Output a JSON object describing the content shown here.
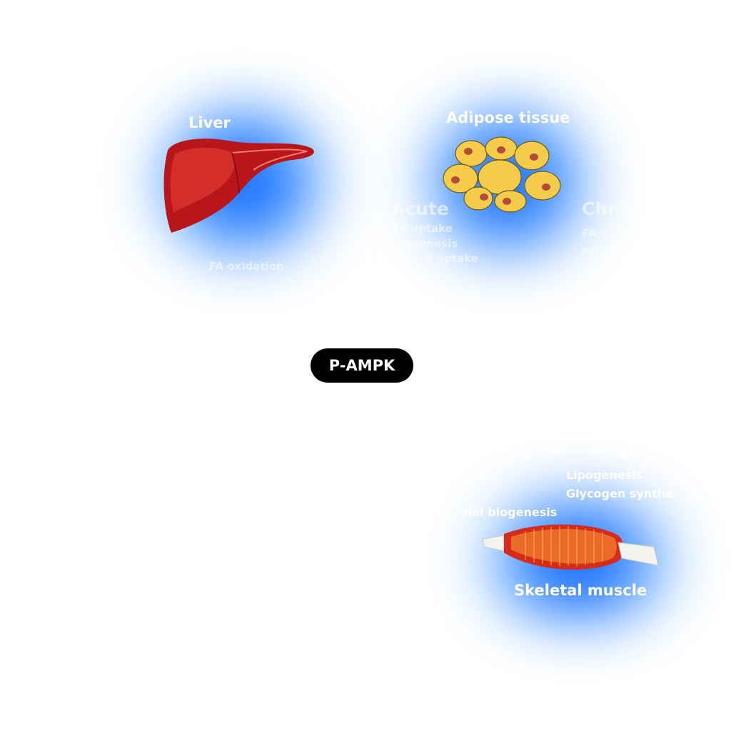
{
  "hub": {
    "label": "P-AMPK"
  },
  "liver": {
    "label": "Liver",
    "effects": [
      "FA oxidation"
    ]
  },
  "adipose": {
    "label": "Adipose tissue",
    "acute": {
      "heading": "Acute",
      "effects": [
        "FA uptake",
        "ogenesis",
        "e uptake"
      ]
    },
    "chronic": {
      "heading": "Chr",
      "effects": [
        "FA o",
        "PG"
      ]
    }
  },
  "muscle": {
    "label": "Skeletal muscle",
    "effects_left": [
      "rial biogenesis"
    ],
    "effects_right": [
      "Lipogenesis",
      "Glycogen synthe"
    ]
  },
  "colors": {
    "glow": "#1a6dff",
    "hub_bg": "#000000",
    "liver": "#b8161b",
    "adipocyte": "#f5cc4a",
    "muscle": "#e03a1e"
  }
}
